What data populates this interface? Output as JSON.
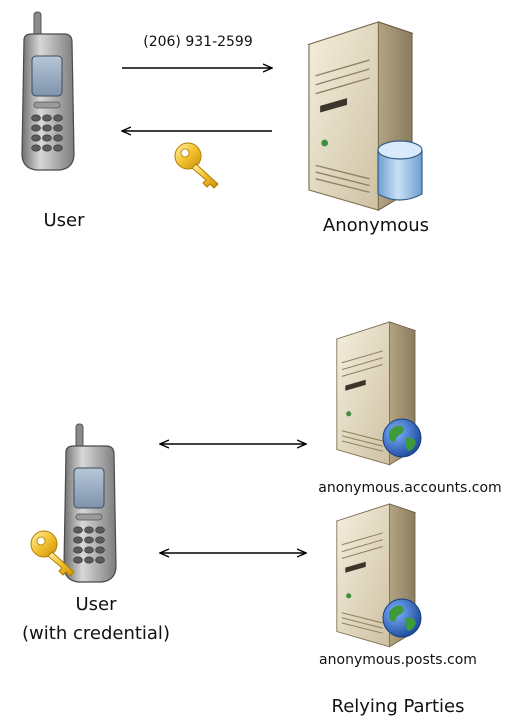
{
  "top": {
    "phone_number": "(206) 931-2599",
    "user_label": "User",
    "server_label": "Anonymous"
  },
  "bottom": {
    "user_label_line1": "User",
    "user_label_line2": "(with credential)",
    "server1_label": "anonymous.accounts.com",
    "server2_label": "anonymous.posts.com",
    "group_label": "Relying Parties"
  },
  "colors": {
    "server_body": "#e6dcc4",
    "server_side": "#b8a98a",
    "key": "#f2c12e",
    "database": "#9ec5e8",
    "globe_blue": "#2a5db0",
    "globe_green": "#3e9b3a"
  }
}
